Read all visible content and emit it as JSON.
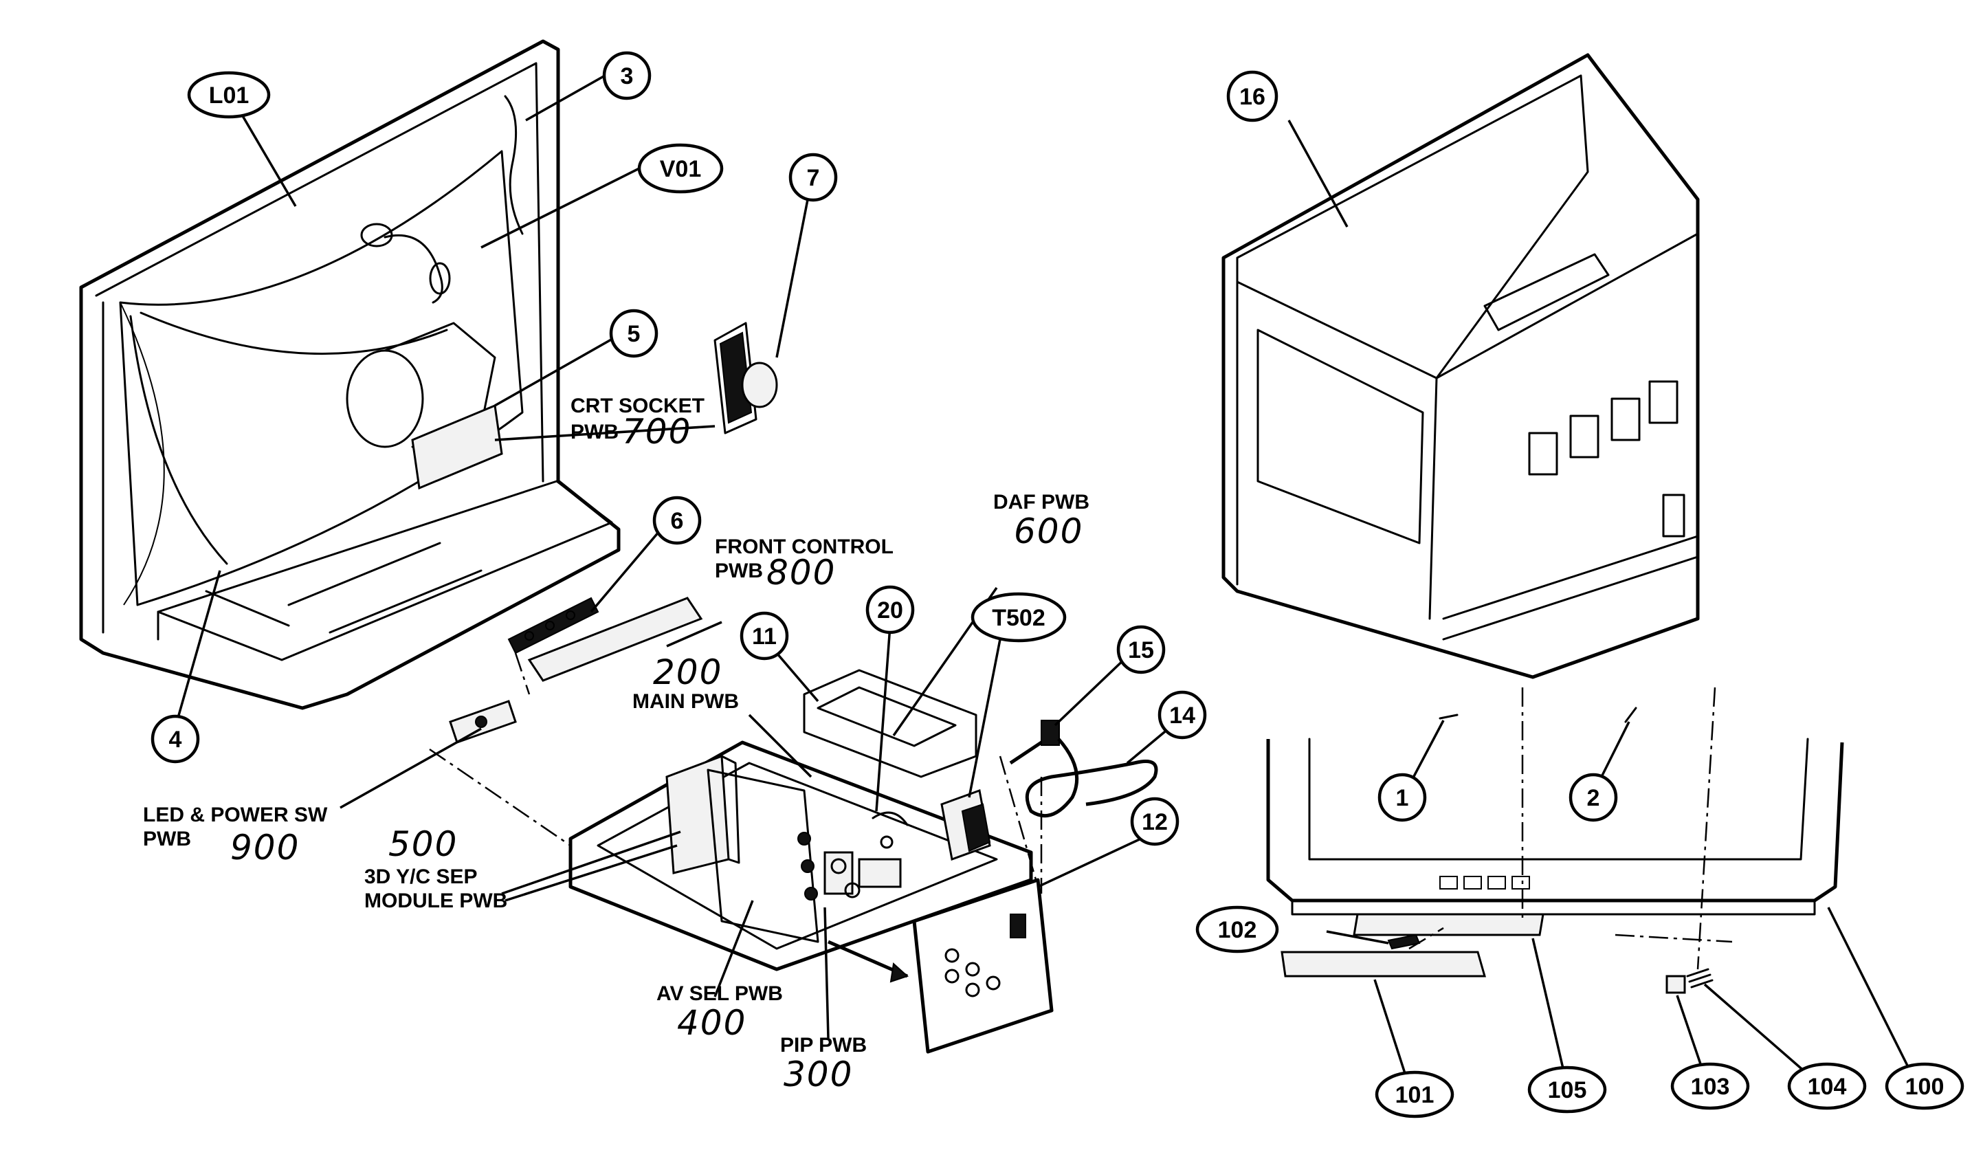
{
  "callouts": [
    {
      "id": "c-L01",
      "text": "L01"
    },
    {
      "id": "c-3",
      "text": "3"
    },
    {
      "id": "c-V01",
      "text": "V01"
    },
    {
      "id": "c-7",
      "text": "7"
    },
    {
      "id": "c-5",
      "text": "5"
    },
    {
      "id": "c-6",
      "text": "6"
    },
    {
      "id": "c-4",
      "text": "4"
    },
    {
      "id": "c-11",
      "text": "11"
    },
    {
      "id": "c-20",
      "text": "20"
    },
    {
      "id": "c-T502",
      "text": "T502"
    },
    {
      "id": "c-15",
      "text": "15"
    },
    {
      "id": "c-14",
      "text": "14"
    },
    {
      "id": "c-12",
      "text": "12"
    },
    {
      "id": "c-16",
      "text": "16"
    },
    {
      "id": "c-1",
      "text": "1"
    },
    {
      "id": "c-2",
      "text": "2"
    },
    {
      "id": "c-102",
      "text": "102"
    },
    {
      "id": "c-101",
      "text": "101"
    },
    {
      "id": "c-105",
      "text": "105"
    },
    {
      "id": "c-103",
      "text": "103"
    },
    {
      "id": "c-104",
      "text": "104"
    },
    {
      "id": "c-100",
      "text": "100"
    }
  ],
  "labels": {
    "crt_socket": "CRT SOCKET",
    "crt_socket_pwb": "PWB",
    "crt_socket_num": "700",
    "front_control": "FRONT CONTROL",
    "front_control_pwb": "PWB",
    "front_control_num": "800",
    "daf_pwb": "DAF PWB",
    "daf_num": "600",
    "main_num": "200",
    "main_pwb": "MAIN PWB",
    "led_power": "LED & POWER SW",
    "led_pwb": "PWB",
    "led_num": "900",
    "sep_num": "500",
    "sep_line1": "3D Y/C SEP",
    "sep_line2": "MODULE PWB",
    "av_sel": "AV SEL PWB",
    "av_num": "400",
    "pip_pwb": "PIP PWB",
    "pip_num": "300"
  }
}
